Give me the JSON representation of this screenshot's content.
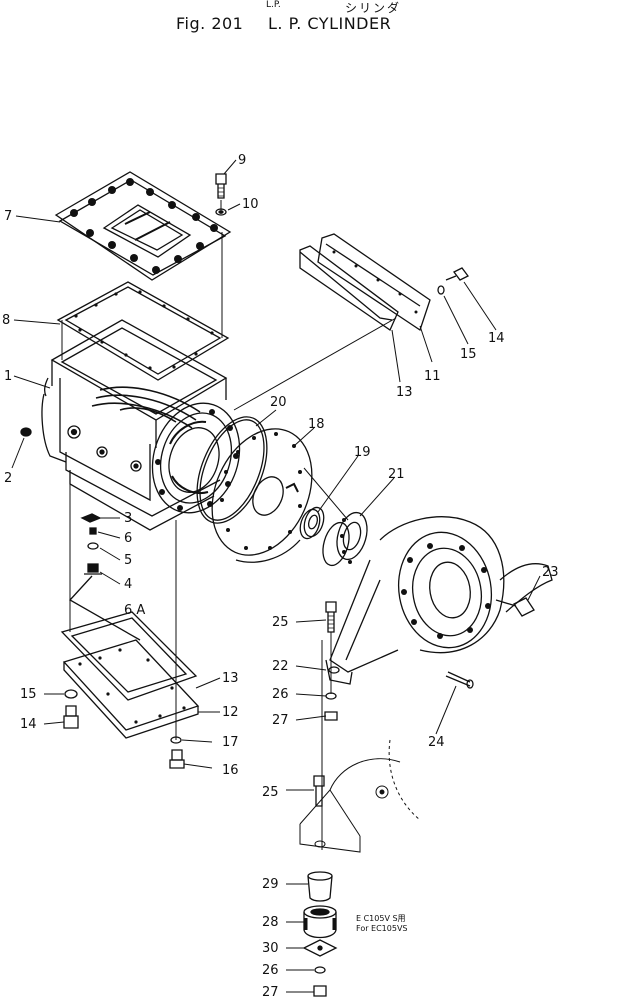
{
  "header": {
    "fig_label": "Fig. 201",
    "title_jp_small": "L.P.",
    "title_jp": "シリンダ",
    "title_en": "L. P. CYLINDER"
  },
  "note": {
    "line1": "E C105V S用",
    "line2": "For  EC105VS"
  },
  "callouts": [
    {
      "id": "c9",
      "text": "9"
    },
    {
      "id": "c10",
      "text": "10"
    },
    {
      "id": "c7",
      "text": "7"
    },
    {
      "id": "c8",
      "text": "8"
    },
    {
      "id": "c1",
      "text": "1"
    },
    {
      "id": "c2",
      "text": "2"
    },
    {
      "id": "c14a",
      "text": "14"
    },
    {
      "id": "c15a",
      "text": "15"
    },
    {
      "id": "c11a",
      "text": "11"
    },
    {
      "id": "c13a",
      "text": "13"
    },
    {
      "id": "c20",
      "text": "20"
    },
    {
      "id": "c18",
      "text": "18"
    },
    {
      "id": "c19",
      "text": "19"
    },
    {
      "id": "c21",
      "text": "21"
    },
    {
      "id": "c3",
      "text": "3"
    },
    {
      "id": "c6",
      "text": "6"
    },
    {
      "id": "c5",
      "text": "5"
    },
    {
      "id": "c4",
      "text": "4"
    },
    {
      "id": "c6a",
      "text": "6 A"
    },
    {
      "id": "c23",
      "text": "23"
    },
    {
      "id": "c25a",
      "text": "25"
    },
    {
      "id": "c22",
      "text": "22"
    },
    {
      "id": "c26a",
      "text": "26"
    },
    {
      "id": "c27a",
      "text": "27"
    },
    {
      "id": "c24",
      "text": "24"
    },
    {
      "id": "c13b",
      "text": "13"
    },
    {
      "id": "c15b",
      "text": "15"
    },
    {
      "id": "c12",
      "text": "12"
    },
    {
      "id": "c14b",
      "text": "14"
    },
    {
      "id": "c17",
      "text": "17"
    },
    {
      "id": "c16",
      "text": "16"
    },
    {
      "id": "c25b",
      "text": "25"
    },
    {
      "id": "c29",
      "text": "29"
    },
    {
      "id": "c28",
      "text": "28"
    },
    {
      "id": "c30",
      "text": "30"
    },
    {
      "id": "c26b",
      "text": "26"
    },
    {
      "id": "c27b",
      "text": "27"
    }
  ]
}
